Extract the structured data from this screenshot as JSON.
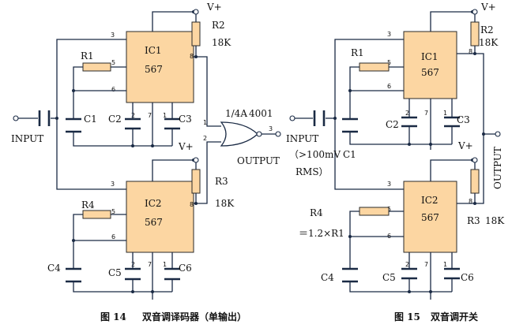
{
  "fig14": {
    "ic1_name": "IC1",
    "ic1_part": "567",
    "ic2_name": "IC2",
    "ic2_part": "567",
    "r1": "R1",
    "r2": "R2",
    "r2_val": "18K",
    "r3": "R3",
    "r3_val": "18K",
    "r4": "R4",
    "c1": "C1",
    "c2": "C2",
    "c3": "C3",
    "c4": "C4",
    "c5": "C5",
    "c6": "C6",
    "vplus_top": "V+",
    "vplus_mid": "V+",
    "input": "INPUT",
    "output": "OUTPUT",
    "gate_label": "1/4A",
    "gate_part": "4001",
    "gate_pin1": "1",
    "gate_pin2": "2",
    "gate_pin3": "3",
    "caption_fig": "图 14",
    "caption_text": "双音调译码器（单输出）"
  },
  "fig15": {
    "ic1_name": "IC1",
    "ic1_part": "567",
    "ic2_name": "IC2",
    "ic2_part": "567",
    "r1": "R1",
    "r2": "R2",
    "r2_val": "18K",
    "r3": "R3",
    "r3_val": "18K",
    "r4": "R4",
    "r4_rel": "＝1.2×R1",
    "c1": "C1",
    "c2": "C2",
    "c3": "C3",
    "c4": "C4",
    "c5": "C5",
    "c6": "C6",
    "vplus_top": "V+",
    "vplus_mid": "V+",
    "input": "INPUT",
    "input_cond": "（>100mV",
    "input_rms": "RMS）",
    "output": "OUTPUT",
    "caption_fig": "图 15",
    "caption_text": "双音调开关"
  },
  "pins": {
    "p3": "3",
    "p5": "5",
    "p6": "6",
    "p8": "8",
    "p2": "2",
    "p1": "1",
    "p7": "7"
  }
}
